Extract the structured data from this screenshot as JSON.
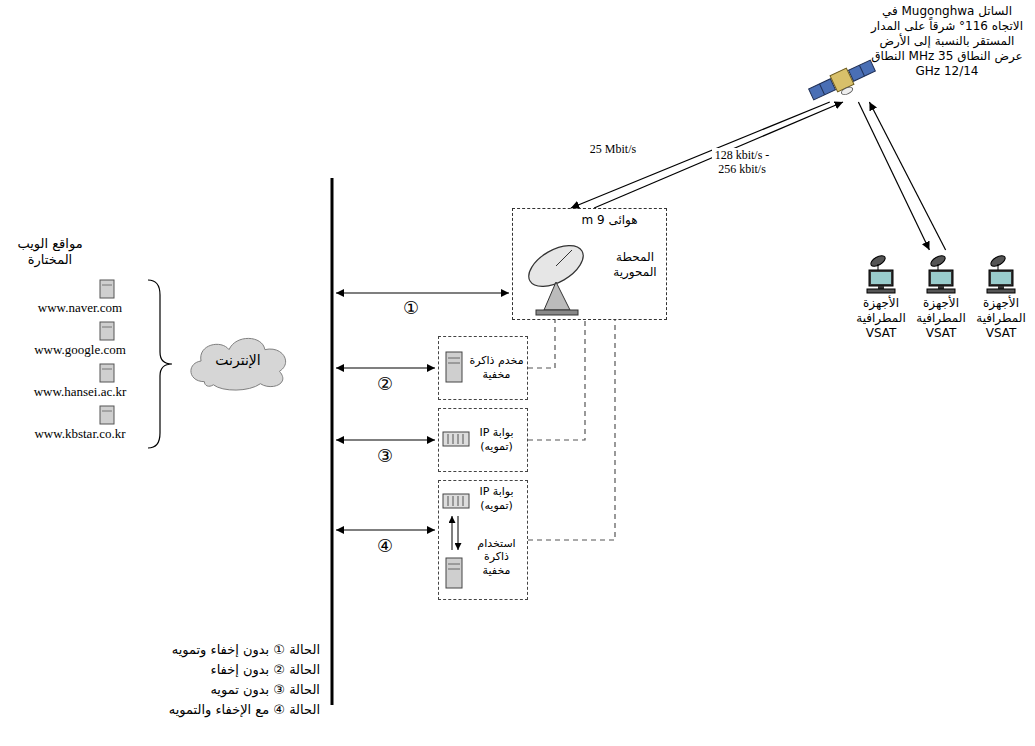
{
  "diagram": {
    "nodes": [
      {
        "text": [
          "الساتل Mugonghwa في الاتجاه 116° شرقاً على المدار المستقر بالنسبة إلى الأرض عرض النطاق 35 MHz النطاق 12/14 GHz"
        ]
      },
      {
        "text": [
          "هوائى 9 m",
          "المحطة المحورية"
        ]
      },
      {
        "text": [
          "الأجهزة المطرافية VSAT"
        ]
      },
      {
        "text": [
          "الأجهزة المطرافية VSAT"
        ]
      },
      {
        "text": [
          "الأجهزة المطرافية VSAT"
        ]
      },
      {
        "text": [
          "الإنترنت"
        ]
      },
      {
        "text": [
          "مخدم ذاكرة مخفية"
        ]
      },
      {
        "text": [
          "بوابة IP (تمويه)"
        ]
      },
      {
        "text": [
          "بوابة IP (تمويه)",
          "استخدام ذاكرة مخفية"
        ]
      }
    ],
    "edges": [
      {
        "from": 1,
        "to": 0,
        "arrow": "to",
        "label": "25 Mbit/s"
      },
      {
        "from": 0,
        "to": 1,
        "arrow": "to"
      },
      {
        "from": 0,
        "to": 3,
        "arrow": "to",
        "label": "128 kbit/s - 256 kbit/s"
      },
      {
        "from": 3,
        "to": 0,
        "arrow": "to"
      },
      {
        "from": 6,
        "to": 1,
        "arrow": "none"
      },
      {
        "from": 7,
        "to": 1,
        "arrow": "none"
      },
      {
        "from": 8,
        "to": 1,
        "arrow": "none"
      }
    ],
    "labels": [
      "مواقع الويب المختارة",
      "www.naver.com",
      "www.google.com",
      "www.hansei.ac.kr",
      "www.kbstar.co.kr",
      "①",
      "②",
      "③",
      "④",
      "الحالة ① بدون إخفاء وتمويه",
      "الحالة ② بدون إخفاء",
      "الحالة ③ بدون تمويه",
      "الحالة ④ مع الإخفاء والتمويه"
    ]
  }
}
